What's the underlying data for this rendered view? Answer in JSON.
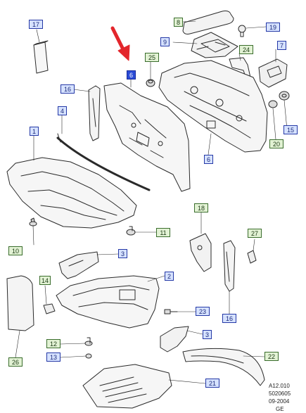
{
  "diagram": {
    "callouts": [
      {
        "id": "c17",
        "label": "17",
        "style": "blue"
      },
      {
        "id": "c8",
        "label": "8",
        "style": "green"
      },
      {
        "id": "c19",
        "label": "19",
        "style": "blue"
      },
      {
        "id": "c9",
        "label": "9",
        "style": "blue"
      },
      {
        "id": "c24",
        "label": "24",
        "style": "green"
      },
      {
        "id": "c7",
        "label": "7",
        "style": "blue"
      },
      {
        "id": "c25",
        "label": "25",
        "style": "green"
      },
      {
        "id": "c6sel",
        "label": "6",
        "style": "sel"
      },
      {
        "id": "c16a",
        "label": "16",
        "style": "blue"
      },
      {
        "id": "c4",
        "label": "4",
        "style": "blue"
      },
      {
        "id": "c18",
        "label": "18",
        "style": "blue"
      },
      {
        "id": "c1",
        "label": "1",
        "style": "blue"
      },
      {
        "id": "c15",
        "label": "15",
        "style": "blue"
      },
      {
        "id": "c20",
        "label": "20",
        "style": "green"
      },
      {
        "id": "c6",
        "label": "6",
        "style": "blue"
      },
      {
        "id": "c10",
        "label": "10",
        "style": "green"
      },
      {
        "id": "c11",
        "label": "11",
        "style": "green"
      },
      {
        "id": "c3a",
        "label": "3",
        "style": "blue"
      },
      {
        "id": "c27",
        "label": "27",
        "style": "green"
      },
      {
        "id": "c14",
        "label": "14",
        "style": "green"
      },
      {
        "id": "c2",
        "label": "2",
        "style": "blue"
      },
      {
        "id": "c23",
        "label": "23",
        "style": "blue"
      },
      {
        "id": "c16b",
        "label": "16",
        "style": "blue"
      },
      {
        "id": "c3b",
        "label": "3",
        "style": "blue"
      },
      {
        "id": "c12",
        "label": "12",
        "style": "green"
      },
      {
        "id": "c13",
        "label": "13",
        "style": "blue"
      },
      {
        "id": "c22",
        "label": "22",
        "style": "green"
      },
      {
        "id": "c21",
        "label": "21",
        "style": "blue"
      },
      {
        "id": "c26",
        "label": "26",
        "style": "green"
      }
    ],
    "reference": [
      "A12.010",
      "5020605",
      "09-2004",
      "GE"
    ],
    "colors": {
      "callout_border": "#2b3a8a",
      "callout_fill_blue": "#d6e2ff",
      "callout_fill_green": "#e2f2d4",
      "selected_fill": "#2a4bd6",
      "arrow": "#e3262c",
      "line_art": "#2a2a2a"
    }
  }
}
